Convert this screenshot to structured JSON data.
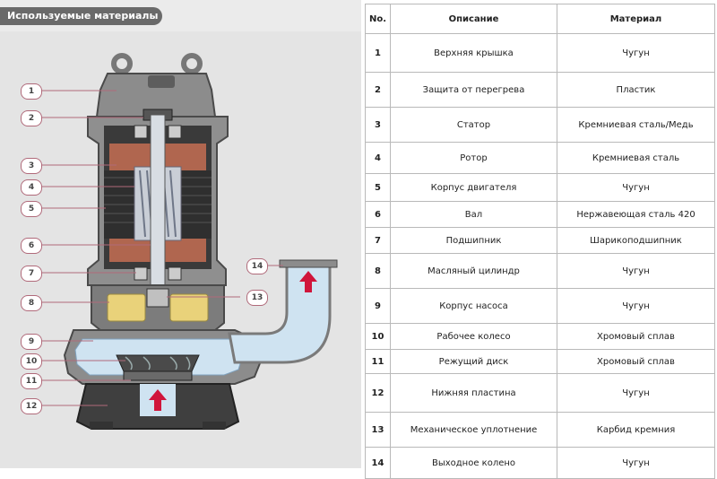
{
  "diagram": {
    "title": "Используемые материалы",
    "callouts": [
      "1",
      "2",
      "3",
      "4",
      "5",
      "6",
      "7",
      "8",
      "9",
      "10",
      "11",
      "12",
      "13",
      "14"
    ]
  },
  "table": {
    "headers": {
      "number": "No.",
      "description": "Описание",
      "material": "Материал"
    },
    "rows": [
      {
        "number": "1",
        "description": "Верхняя крышка",
        "material": "Чугун"
      },
      {
        "number": "2",
        "description": "Защита от перегрева",
        "material": "Пластик"
      },
      {
        "number": "3",
        "description": "Статор",
        "material": "Кремниевая сталь/Медь"
      },
      {
        "number": "4",
        "description": "Ротор",
        "material": "Кремниевая сталь"
      },
      {
        "number": "5",
        "description": "Корпус двигателя",
        "material": "Чугун"
      },
      {
        "number": "6",
        "description": "Вал",
        "material": "Нержавеющая сталь 420"
      },
      {
        "number": "7",
        "description": "Подшипник",
        "material": "Шарикоподшипник"
      },
      {
        "number": "8",
        "description": "Масляный цилиндр",
        "material": "Чугун"
      },
      {
        "number": "9",
        "description": "Корпус насоса",
        "material": "Чугун"
      },
      {
        "number": "10",
        "description": "Рабочее колесо",
        "material": "Хромовый сплав"
      },
      {
        "number": "11",
        "description": "Режущий диск",
        "material": "Хромовый сплав"
      },
      {
        "number": "12",
        "description": "Нижняя пластина",
        "material": "Чугун"
      },
      {
        "number": "13",
        "description": "Механическое уплотнение",
        "material": "Карбид кремния"
      },
      {
        "number": "14",
        "description": "Выходное колено",
        "material": "Чугун"
      }
    ]
  },
  "colors": {
    "casing": "#8c8c8c",
    "casing_dark": "#4a4a4a",
    "inner_dark": "#3a3a3a",
    "winding": "#b0664f",
    "oil": "#e9d27a",
    "water": "#cfe3f1",
    "arrow": "#d0153b",
    "callout_stroke": "#b06a7a"
  }
}
